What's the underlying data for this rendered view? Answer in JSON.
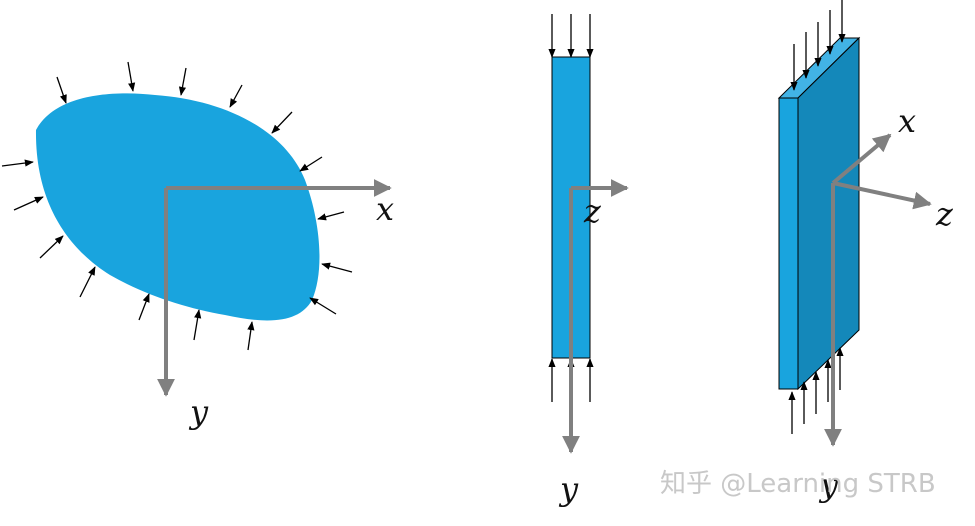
{
  "figure": {
    "left": {
      "x_label": "x",
      "y_label": "y"
    },
    "middle": {
      "z_label": "z",
      "y_label": "y"
    },
    "right": {
      "x_label": "x",
      "z_label": "z",
      "y_label": "y"
    }
  },
  "watermark": "知乎 @Learning STRB",
  "colors": {
    "body_fill": "#19a4de",
    "plate_side": "#1488ba",
    "plate_top": "#42b3e5",
    "axis_gray": "#808080",
    "arrow_black": "#000000"
  }
}
